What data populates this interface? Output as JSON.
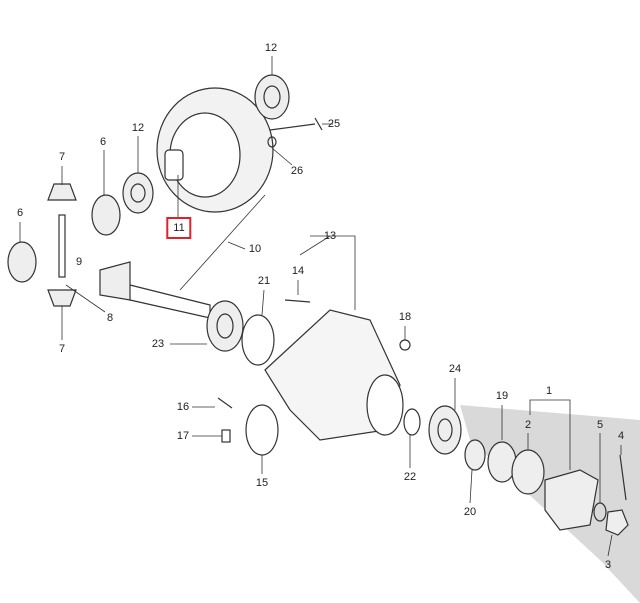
{
  "diagram": {
    "title": "Differential and pinion assembly exploded view",
    "highlight_color": "#e0202a",
    "highlighted_part": "11",
    "callouts": [
      "12",
      "25",
      "26",
      "12",
      "7",
      "6",
      "11",
      "10",
      "13",
      "14",
      "6",
      "9",
      "21",
      "18",
      "8",
      "23",
      "7",
      "24",
      "1",
      "19",
      "2",
      "5",
      "4",
      "16",
      "17",
      "22",
      "15",
      "20",
      "3"
    ]
  }
}
